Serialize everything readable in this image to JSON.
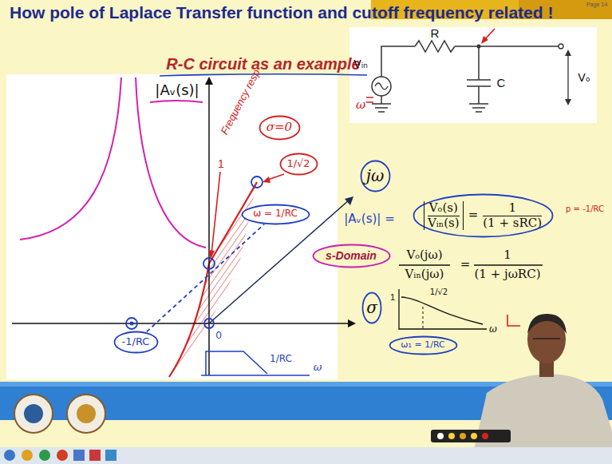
{
  "diagram": {
    "title": "How pole of Laplace Transfer function and cutoff frequency related !",
    "nodes": [
      {
        "text": [
          "σ=0"
        ]
      },
      {
        "text": [
          "1/√2"
        ]
      },
      {
        "text": [
          "jω"
        ]
      },
      {
        "text": [
          "ω = 1/RC"
        ]
      },
      {
        "text": [
          "s-Domain"
        ]
      },
      {
        "text": [
          "Vₒ(s)",
          "Vᵢₙ(s)",
          "=",
          "1",
          "(1 + sRC)"
        ]
      },
      {
        "text": [
          "-1/RC"
        ]
      },
      {
        "text": [
          "σ"
        ]
      },
      {
        "text": [
          "ω₁ = 1/RC"
        ]
      }
    ],
    "edges": [
      {
        "from": 6,
        "to": 3,
        "arrow": "none"
      }
    ],
    "labels": [
      "R-C circuit as an example",
      "|Aᵥ(s)|",
      "Frequency resp",
      "1",
      "0",
      "1/RC",
      "ω",
      "R",
      "Vᵢₙ",
      "C",
      "Vₒ",
      "ω",
      "|Aᵥ(s)| =",
      "p = -1/RC",
      "Vₒ(jω)",
      "Vᵢₙ(jω)",
      "=",
      "1",
      "(1 + jωRC)",
      "1",
      "1/√2",
      "ω",
      "Page 14"
    ]
  }
}
